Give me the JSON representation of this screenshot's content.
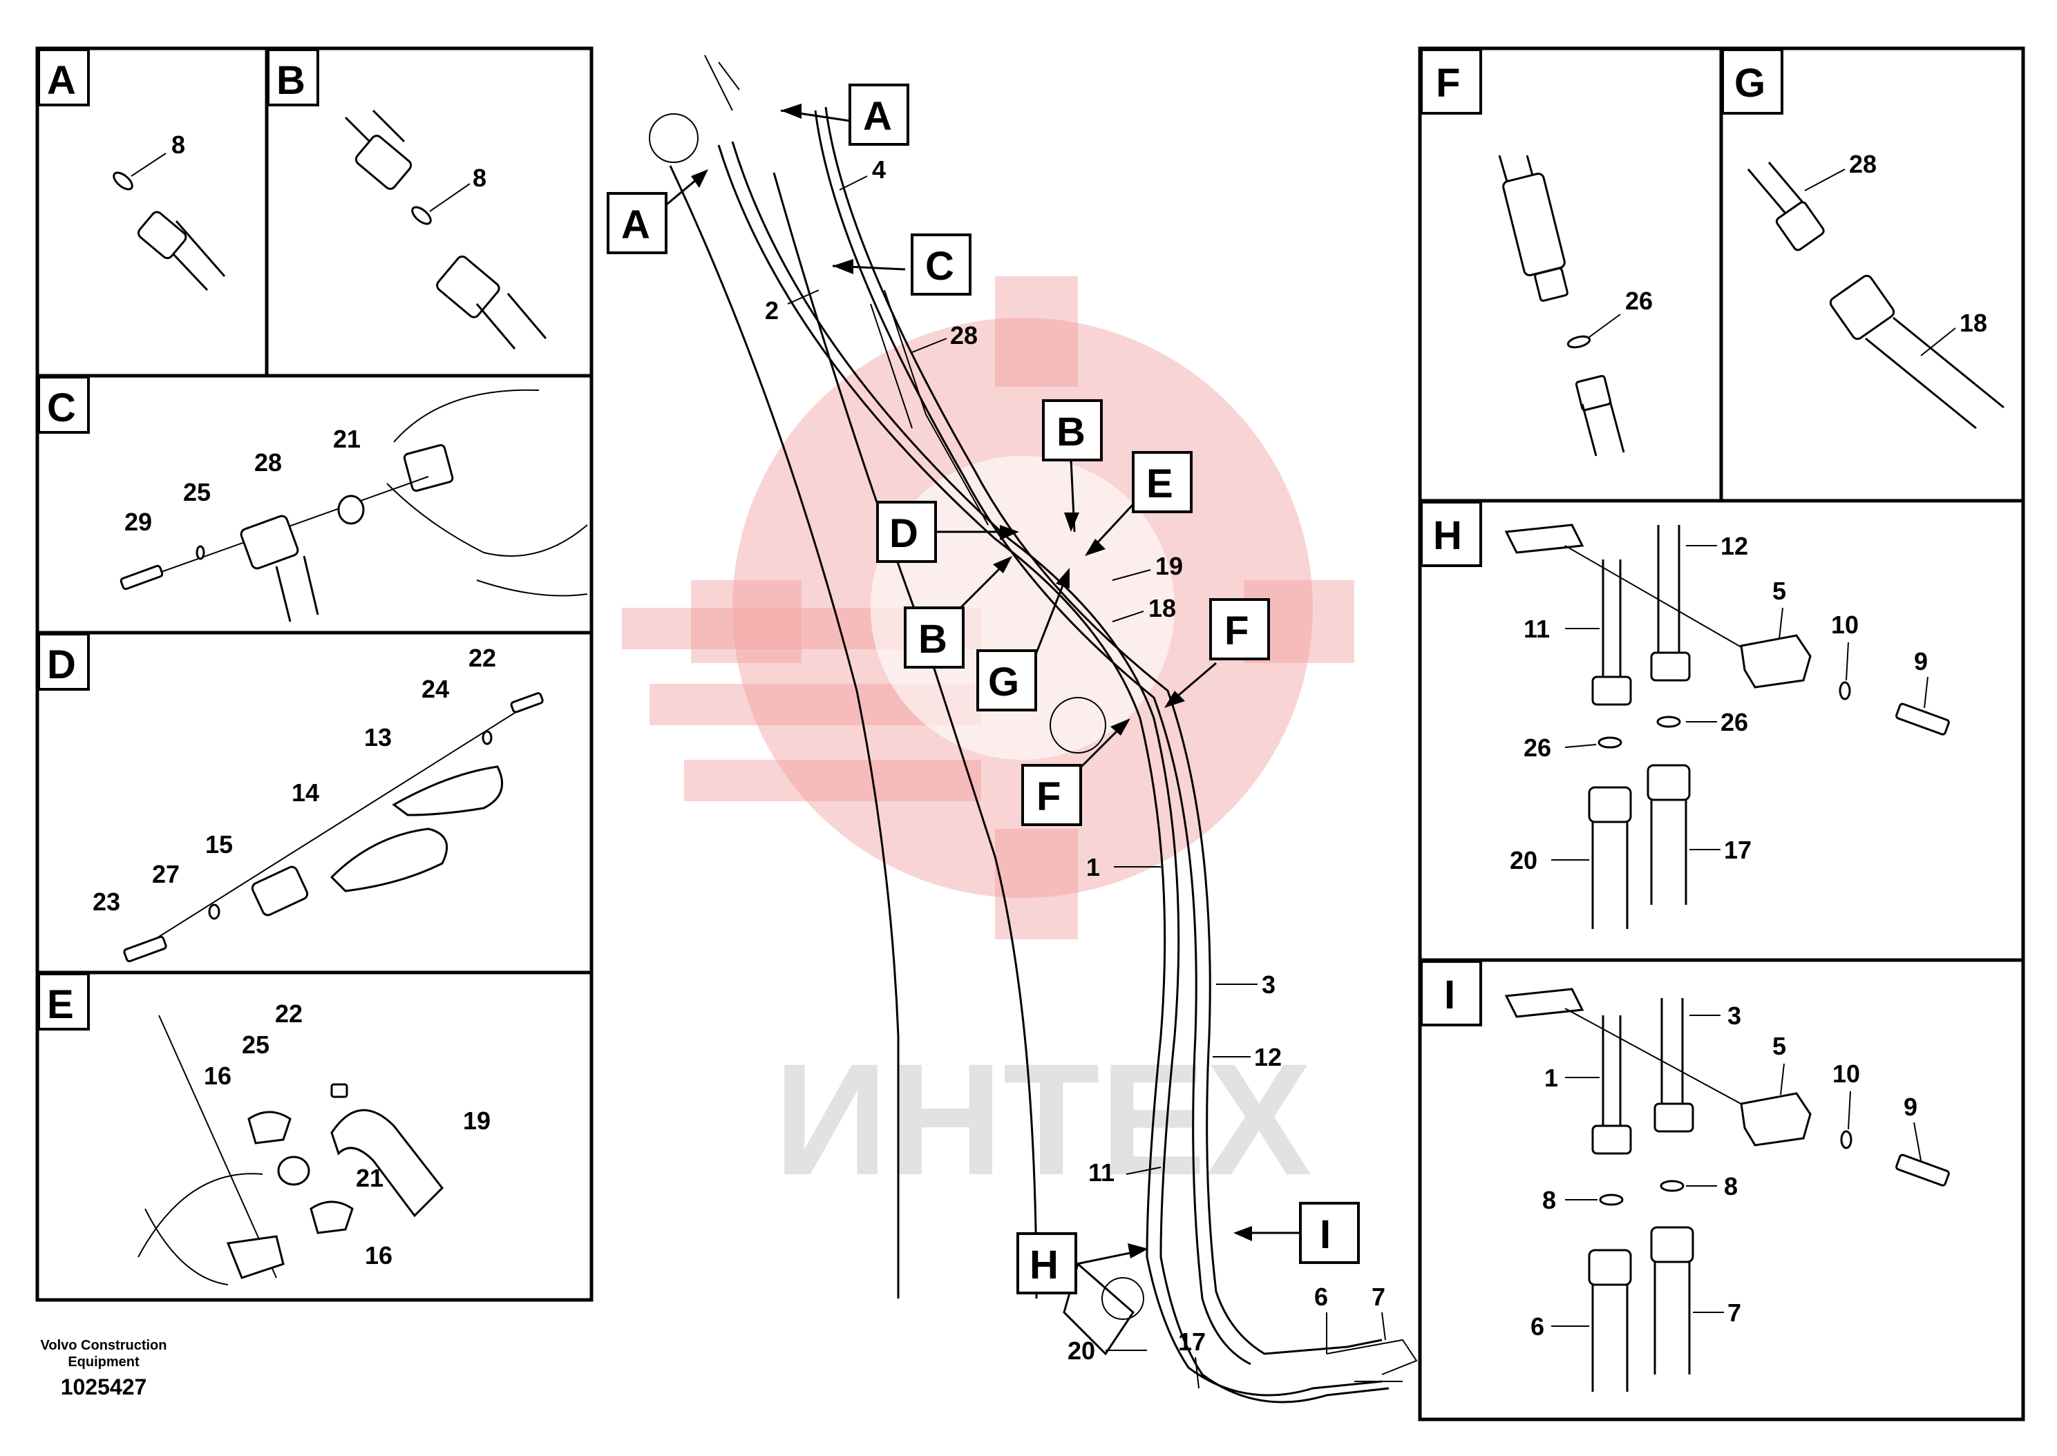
{
  "watermark": "ИНТЕХ",
  "footer": {
    "company": "Volvo Construction\nEquipment",
    "doc_number": "1025427"
  },
  "panels": {
    "A": {
      "letter": "A",
      "labels": [
        "8"
      ]
    },
    "B": {
      "letter": "B",
      "labels": [
        "8"
      ]
    },
    "C": {
      "letter": "C",
      "labels": [
        "29",
        "25",
        "28",
        "21"
      ]
    },
    "D": {
      "letter": "D",
      "labels": [
        "22",
        "24",
        "13",
        "14",
        "15",
        "27",
        "23"
      ]
    },
    "E": {
      "letter": "E",
      "labels": [
        "22",
        "25",
        "16",
        "19",
        "21",
        "16"
      ]
    },
    "F": {
      "letter": "F",
      "labels": [
        "26"
      ]
    },
    "G": {
      "letter": "G",
      "labels": [
        "28",
        "18"
      ]
    },
    "H": {
      "letter": "H",
      "labels": [
        "12",
        "11",
        "5",
        "10",
        "9",
        "26",
        "26",
        "20",
        "17"
      ]
    },
    "I": {
      "letter": "I",
      "labels": [
        "3",
        "5",
        "1",
        "10",
        "9",
        "8",
        "8",
        "6",
        "7"
      ]
    }
  },
  "main": {
    "callouts": [
      "A",
      "A",
      "C",
      "B",
      "E",
      "D",
      "B",
      "G",
      "F",
      "F",
      "H",
      "I"
    ],
    "labels": [
      "4",
      "2",
      "28",
      "19",
      "18",
      "1",
      "3",
      "12",
      "11",
      "6",
      "7",
      "20",
      "17"
    ]
  }
}
